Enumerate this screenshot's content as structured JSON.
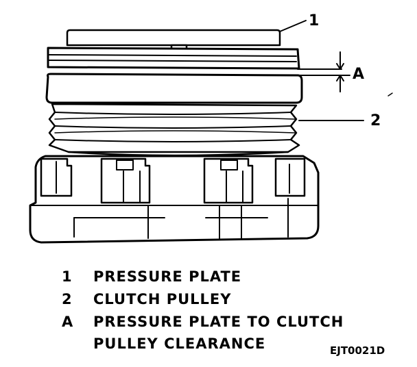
{
  "callouts": {
    "pressure_plate": "1",
    "clutch_pulley": "2",
    "clearance": "A"
  },
  "legend": {
    "items": [
      {
        "key": "1",
        "text": "PRESSURE PLATE"
      },
      {
        "key": "2",
        "text": "CLUTCH PULLEY"
      },
      {
        "key": "A",
        "text": "PRESSURE PLATE TO CLUTCH"
      }
    ],
    "continuation": "PULLEY CLEARANCE"
  },
  "figure_code": "EJT0021D"
}
